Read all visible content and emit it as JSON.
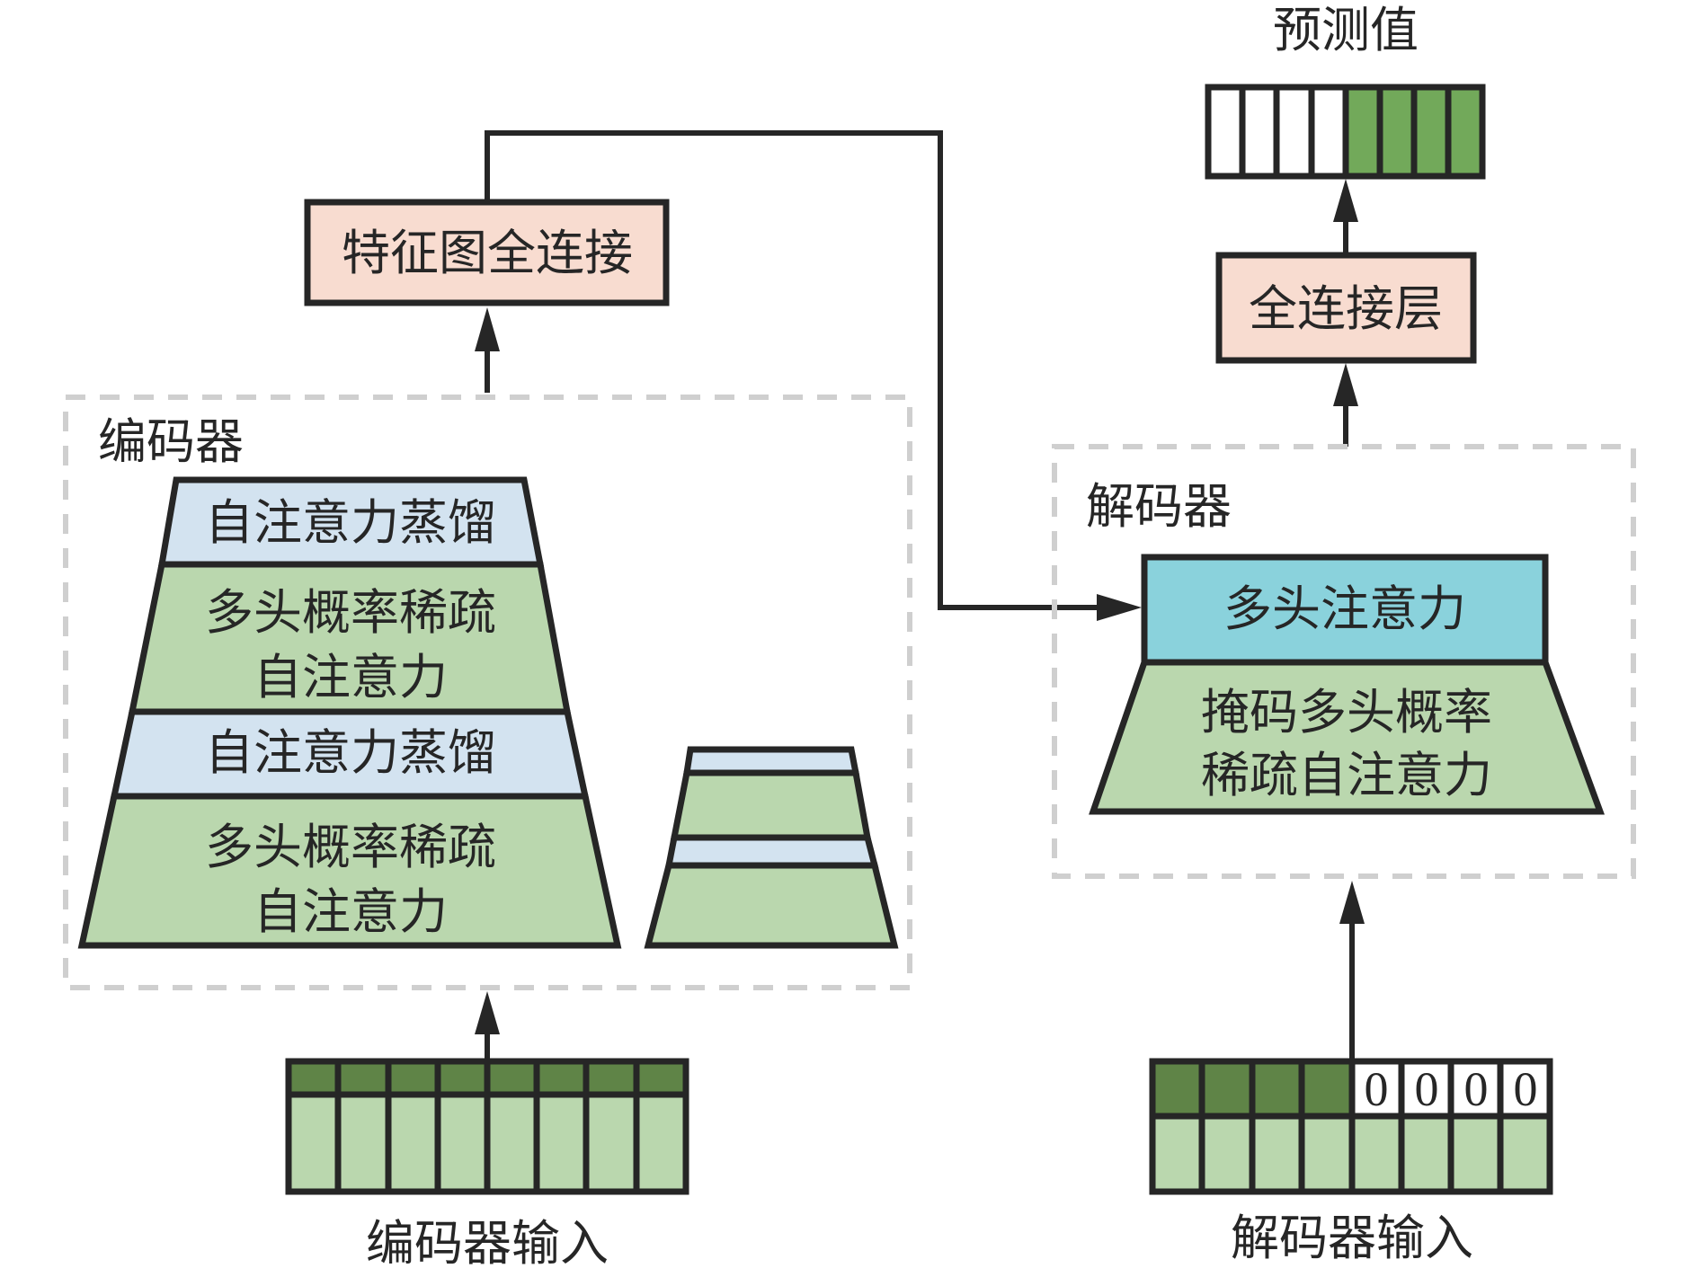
{
  "output": {
    "title": "预测值",
    "cells": [
      "empty",
      "empty",
      "empty",
      "empty",
      "predicted",
      "predicted",
      "predicted",
      "predicted"
    ]
  },
  "fc_layer": {
    "label": "全连接层"
  },
  "feature_fc": {
    "label": "特征图全连接"
  },
  "encoder": {
    "title": "编码器",
    "main_stack": [
      {
        "type": "distilling",
        "lines": [
          "自注意力蒸馏"
        ]
      },
      {
        "type": "attention",
        "lines": [
          "多头概率稀疏",
          "自注意力"
        ]
      },
      {
        "type": "distilling",
        "lines": [
          "自注意力蒸馏"
        ]
      },
      {
        "type": "attention",
        "lines": [
          "多头概率稀疏",
          "自注意力"
        ]
      }
    ],
    "replica_stack_layers": [
      "distilling",
      "attention",
      "distilling",
      "attention"
    ],
    "input_label": "编码器输入",
    "input_cells": 8
  },
  "decoder": {
    "title": "解码器",
    "multihead": {
      "label": "多头注意力"
    },
    "masked": {
      "lines": [
        "掩码多头概率",
        "稀疏自注意力"
      ]
    },
    "input_label": "解码器输入",
    "input_top_row": [
      "",
      "",
      "",
      "",
      "0",
      "0",
      "0",
      "0"
    ]
  },
  "colors": {
    "line": "#262626",
    "dashed_border": "#cfcfcf",
    "fc_box": "#f8dcd0",
    "multihead_box": "#8ad2dc",
    "distilling_layer": "#d3e3f0",
    "attention_layer": "#bad7ae",
    "token_dark": "#5f8447",
    "token_light": "#bad7ae",
    "prediction": "#72a95a"
  }
}
